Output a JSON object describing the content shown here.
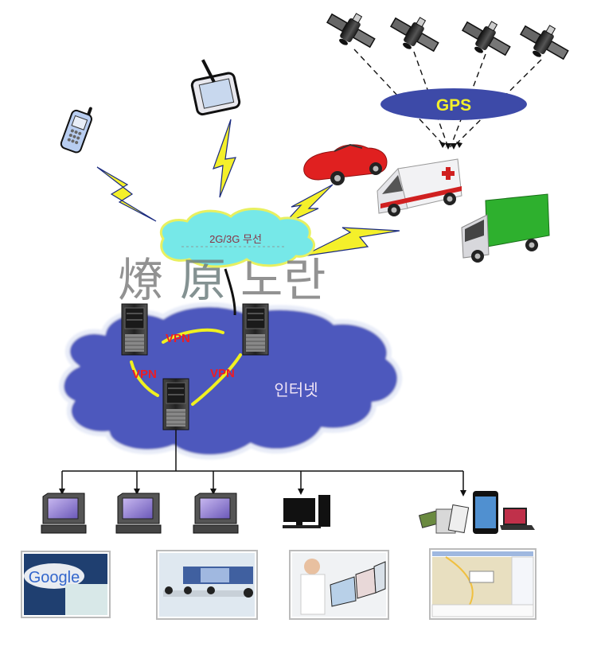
{
  "diagram": {
    "wireless_cloud_label": "2G/3G 무선",
    "watermark": {
      "chars": [
        "燎",
        "原",
        "노",
        "란"
      ]
    },
    "gps_label": "GPS",
    "internet_label": "인터넷",
    "vpn_labels": [
      "VPN",
      "VPN",
      "VPN"
    ],
    "colors": {
      "internet_cloud": "#4d59bd",
      "wireless_cloud": "#76e8e8",
      "gps_ellipse": "#3d4aa8",
      "gps_text": "#f4f02a",
      "vpn_text": "#ee1c24",
      "vpn_link": "#f0f020",
      "lightning": "#f4f02a",
      "watermark": "#7f7f7f",
      "internet_text": "#f2e6f7"
    },
    "satellites": [
      "satellite-1",
      "satellite-2",
      "satellite-3",
      "satellite-4"
    ],
    "mobile_devices": [
      "cell-phone",
      "pda-tablet"
    ],
    "vehicles": [
      "red-car",
      "ambulance",
      "green-truck"
    ],
    "servers": [
      "server-left",
      "server-right",
      "server-bottom"
    ],
    "clients": [
      "terminal-1",
      "terminal-2",
      "terminal-3",
      "desktop-pc",
      "mobile-devices-group"
    ],
    "screenshots": [
      "google-earth-map",
      "control-center",
      "operator-workstation",
      "tracking-software-map"
    ],
    "google_logo_text": "Google"
  }
}
